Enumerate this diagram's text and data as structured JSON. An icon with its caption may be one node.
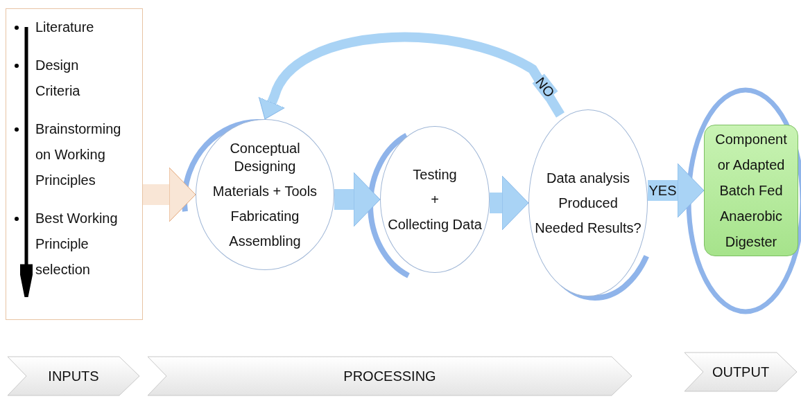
{
  "diagram": {
    "nodes": [
      {
        "text": [
          "Literature",
          "Design Criteria",
          "Brainstorming on Working Principles",
          "Best Working Principle selection"
        ]
      },
      {
        "text": [
          "Conceptual Designing",
          "Materials + Tools",
          "Fabricating",
          "Assembling"
        ]
      },
      {
        "text": [
          "Testing",
          "+",
          "Collecting Data"
        ]
      },
      {
        "text": [
          "Data analysis",
          "Produced",
          "Needed Results?"
        ]
      },
      {
        "text": [
          "Component or Adapted Batch Fed Anaerobic Digester"
        ]
      },
      {
        "text": [
          "INPUTS"
        ]
      },
      {
        "text": [
          "PROCESSING"
        ]
      },
      {
        "text": [
          "OUTPUT"
        ]
      }
    ],
    "edges": [
      {
        "from": 0,
        "to": 1,
        "arrow": "to",
        "color": "#f9e6d6"
      },
      {
        "from": 1,
        "to": 2,
        "arrow": "to"
      },
      {
        "from": 2,
        "to": 3,
        "arrow": "to"
      },
      {
        "from": 3,
        "to": 4,
        "arrow": "to",
        "label": "YES"
      },
      {
        "from": 3,
        "to": 1,
        "arrow": "to",
        "label": "NO"
      }
    ]
  }
}
